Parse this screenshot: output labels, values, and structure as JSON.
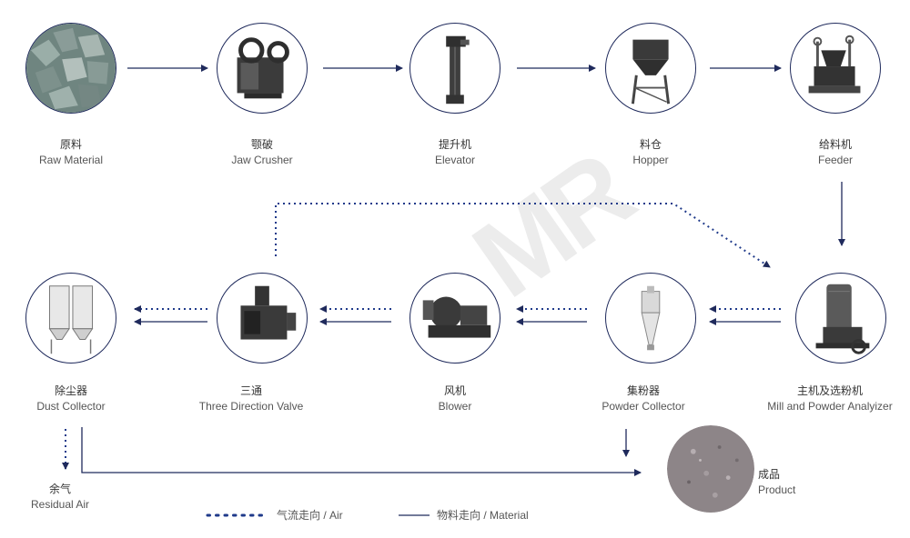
{
  "watermark": "MR",
  "colors": {
    "line": "#1f2a5c",
    "dot": "#1f3a8a"
  },
  "nodes": [
    {
      "id": "raw-material",
      "cn": "原料",
      "en": "Raw Material",
      "icon": "stone-pile-icon"
    },
    {
      "id": "jaw-crusher",
      "cn": "颚破",
      "en": "Jaw Crusher",
      "icon": "jaw-crusher-icon"
    },
    {
      "id": "elevator",
      "cn": "提升机",
      "en": "Elevator",
      "icon": "bucket-elevator-icon"
    },
    {
      "id": "hopper",
      "cn": "料仓",
      "en": "Hopper",
      "icon": "hopper-icon"
    },
    {
      "id": "feeder",
      "cn": "给料机",
      "en": "Feeder",
      "icon": "feeder-icon"
    },
    {
      "id": "mill",
      "cn": "主机及选粉机",
      "en": "Mill and Powder Analyizer",
      "icon": "mill-icon"
    },
    {
      "id": "powder-collector",
      "cn": "集粉器",
      "en": "Powder Collector",
      "icon": "cyclone-icon"
    },
    {
      "id": "blower",
      "cn": "风机",
      "en": "Blower",
      "icon": "blower-icon"
    },
    {
      "id": "valve",
      "cn": "三通",
      "en": "Three Direction Valve",
      "icon": "valve-icon"
    },
    {
      "id": "dust-collector",
      "cn": "除尘器",
      "en": "Dust Collector",
      "icon": "dust-collector-icon"
    }
  ],
  "outputs": {
    "residual_air": {
      "cn": "余气",
      "en": "Residual Air"
    },
    "product": {
      "cn": "成品",
      "en": "Product",
      "icon": "powder-pile-icon"
    }
  },
  "legend": {
    "air": "气流走向 / Air",
    "material": "物料走向 / Material"
  }
}
